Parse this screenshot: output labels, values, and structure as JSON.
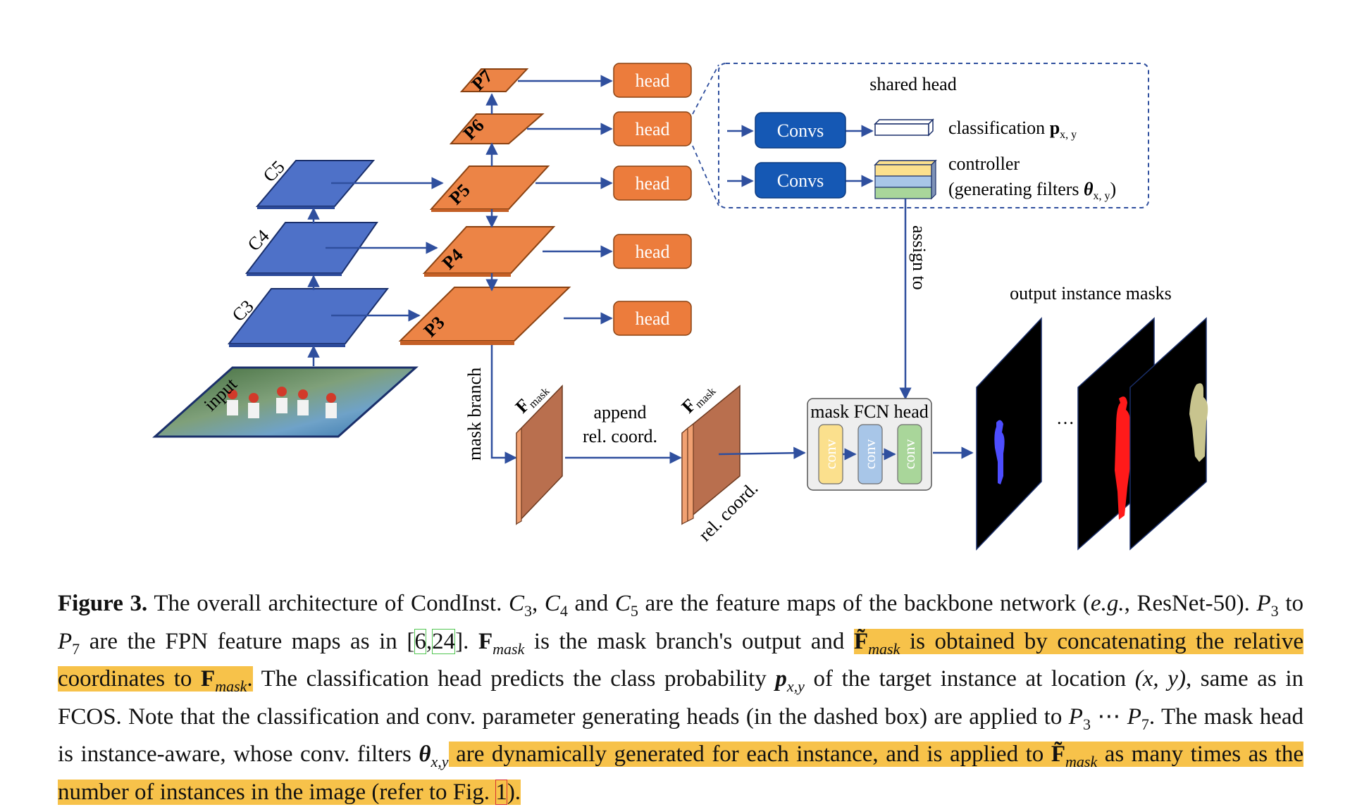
{
  "diagram": {
    "backbone_labels": [
      "C5",
      "C4",
      "C3"
    ],
    "fpn_labels": [
      "P7",
      "P6",
      "P5",
      "P4",
      "P3"
    ],
    "head_label": "head",
    "input_label": "input",
    "mask_branch_label": "mask branch",
    "fmask_label": "F",
    "fmask_sub": "mask",
    "append_label_1": "append",
    "append_label_2": "rel. coord.",
    "rel_coord_label": "rel. coord.",
    "shared_head_title": "shared head",
    "convs_label": "Convs",
    "classification_label": "classification",
    "classification_symbol": "p",
    "classification_sub": "x, y",
    "controller_label": "controller",
    "generating_label": "(generating filters",
    "theta_symbol": "θ",
    "theta_sub": "x, y",
    "close_paren": ")",
    "assign_label": "assign to",
    "mask_fcn_title": "mask FCN head",
    "conv_label": "conv",
    "output_label": "output instance masks",
    "ellipsis": "…"
  },
  "caption": {
    "fig_label": "Figure 3.",
    "t1": " The overall architecture of CondInst. ",
    "c3": "C",
    "c3s": "3",
    "comma": ", ",
    "c4": "C",
    "c4s": "4",
    "and1": " and ",
    "c5": "C",
    "c5s": "5",
    "t2": " are the feature maps of the backbone network (",
    "eg": "e.g.",
    "t3": ", ResNet-50).  ",
    "p3": "P",
    "p3s": "3",
    "to": " to ",
    "p7": "P",
    "p7s": "7",
    "t4": " are the FPN feature maps as in [",
    "ref6": "6",
    "ref24": "24",
    "t5": "].  ",
    "fmask": "F",
    "fmask_sub": "mask",
    "t6": " is the mask branch's output and ",
    "ftilde": "F̃",
    "ftilde_sub": "mask",
    "t7": " is obtained by concatenating the relative coordinates to ",
    "fmask2": "F",
    "fmask2_sub": "mask",
    "t8": ".",
    "t9": " The classification head predicts the class probability ",
    "pxy": "p",
    "pxy_sub": "x,y",
    "t10": " of the target instance at location ",
    "xy": "(x, y)",
    "t11": ", same as in FCOS. Note that the classification and conv. parameter generating heads (in the dashed box) are applied to ",
    "p3b": "P",
    "p3bs": "3",
    "cdots": " ⋯ ",
    "p7b": "P",
    "p7bs": "7",
    "t12": ". The mask head is instance-aware, whose conv. filters ",
    "theta": "θ",
    "theta_sub": "x,y",
    "t13": " are dynamically generated for each instance, and is applied to ",
    "ftilde2": "F̃",
    "ftilde2_sub": "mask",
    "t14": " as many times as the number of instances in the image (refer to Fig. ",
    "ref1": "1",
    "t15": ")."
  },
  "colors": {
    "blue_plane": "#4e71c8",
    "orange_plane": "#ec8446",
    "head_fill": "#ec7c3c",
    "convs_fill": "#1558b4",
    "arrow": "#2f4f9e",
    "highlight": "#f7c24a",
    "fmask_fill": "#b96f4e"
  }
}
